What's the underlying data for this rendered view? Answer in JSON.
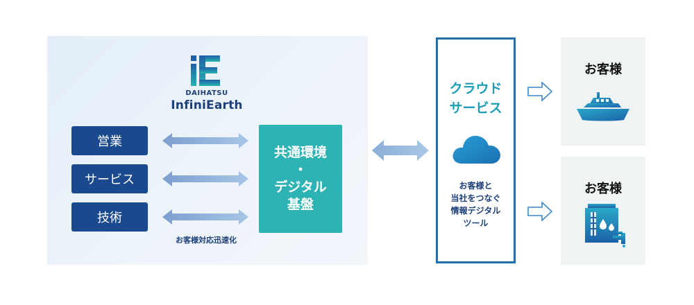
{
  "logo": {
    "brand": "DAIHATSU",
    "product": "InfiniEarth"
  },
  "departments": [
    "営業",
    "サービス",
    "技術"
  ],
  "caption": "お客様対応迅速化",
  "platform": {
    "line1": "共通環境",
    "dot": "・",
    "line2": "デジタル",
    "line3": "基盤"
  },
  "cloud": {
    "title_line1": "クラウド",
    "title_line2": "サービス",
    "desc_line1": "お客様と",
    "desc_line2": "当社をつなぐ",
    "desc_line3": "情報デジタル",
    "desc_line4": "ツール"
  },
  "customers": [
    {
      "label": "お客様",
      "icon": "ship-icon"
    },
    {
      "label": "お客様",
      "icon": "water-tank-icon"
    }
  ],
  "colors": {
    "navy": "#1a4a8d",
    "teal": "#2eb3b5",
    "cloud_border": "#1f6fb0",
    "cloud_title": "#1a9db7",
    "arrow": "#8aaed6"
  }
}
